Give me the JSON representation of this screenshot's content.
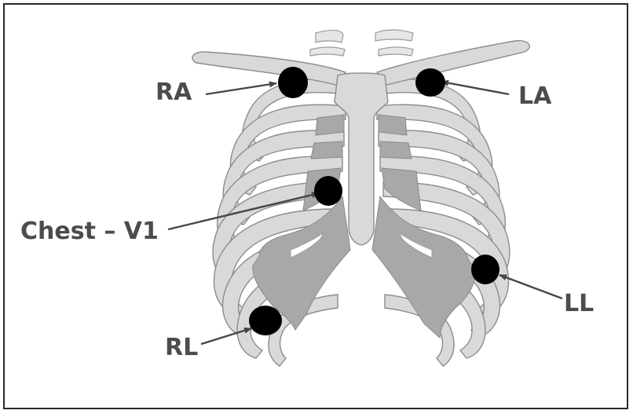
{
  "labels": {
    "ra": "RA",
    "la": "LA",
    "v1": "Chest – V1",
    "ll": "LL",
    "rl": "RL"
  },
  "colors": {
    "bone": "#d9d9d9",
    "cartilage": "#a8a8a8",
    "electrode": "#000000",
    "label_text": "#4a4d4f",
    "frame": "#2a2a2a"
  }
}
